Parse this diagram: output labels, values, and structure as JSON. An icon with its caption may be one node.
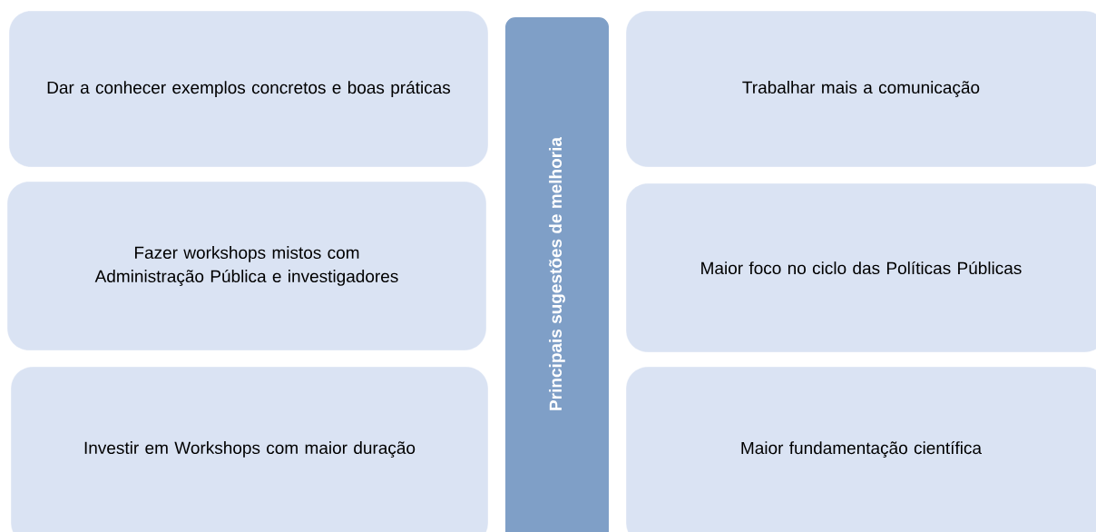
{
  "diagram": {
    "nodes": [
      {
        "text": [
          "Dar a conhecer exemplos concretos e boas práticas"
        ]
      },
      {
        "text": [
          "Fazer workshops mistos com Administração Pública e investigadores"
        ]
      },
      {
        "text": [
          "Investir em Workshops com maior duração"
        ]
      },
      {
        "text": [
          "Principais sugestões de melhoria"
        ]
      },
      {
        "text": [
          "Trabalhar mais a comunicação"
        ]
      },
      {
        "text": [
          "Maior foco no ciclo das Políticas Públicas"
        ]
      },
      {
        "text": [
          "Maior fundamentação científica"
        ]
      }
    ]
  }
}
